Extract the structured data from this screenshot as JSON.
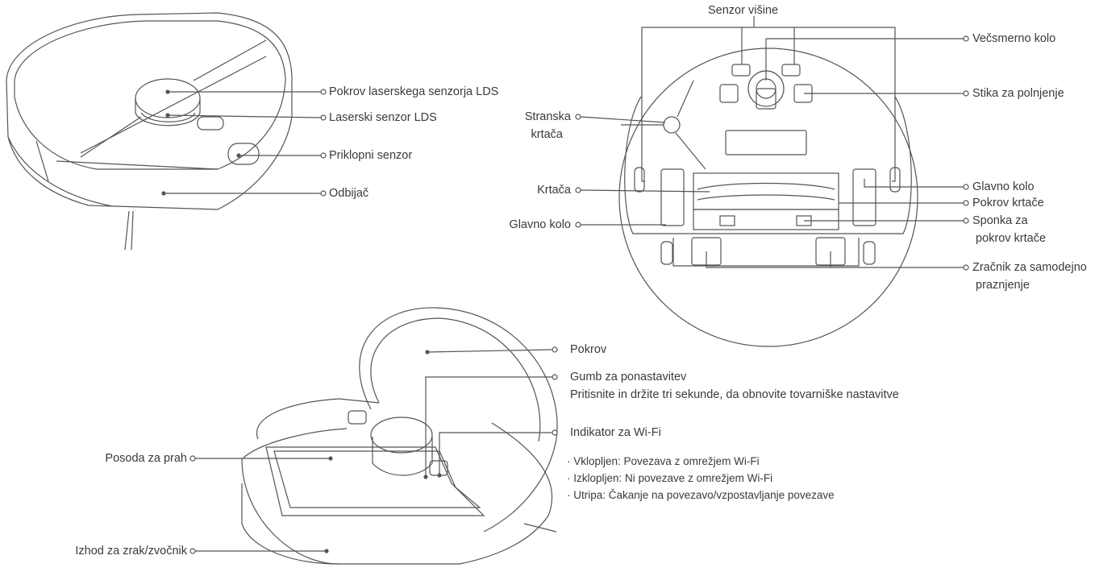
{
  "top_view": {
    "lds_cover": "Pokrov laserskega senzorja LDS",
    "lds_sensor": "Laserski senzor LDS",
    "dock_sensor": "Priklopni senzor",
    "bumper": "Odbijač"
  },
  "bottom_view": {
    "cliff_sensor": "Senzor višine",
    "omni_wheel": "Večsmerno kolo",
    "charging_contacts": "Stika za polnjenje",
    "side_brush_1": "Stranska",
    "side_brush_2": "krtača",
    "main_brush": "Krtača",
    "main_wheel_left": "Glavno kolo",
    "main_wheel_right": "Glavno kolo",
    "brush_cover": "Pokrov krtače",
    "brush_cover_clip_1": "Sponka za",
    "brush_cover_clip_2": "pokrov krtače",
    "auto_empty_vent_1": "Zračnik za samodejno",
    "auto_empty_vent_2": "praznjenje"
  },
  "open_view": {
    "cover": "Pokrov",
    "reset_button": "Gumb za ponastavitev",
    "reset_note": "Pritisnite in držite tri sekunde, da obnovite tovarniške nastavitve",
    "wifi_indicator": "Indikator za Wi-Fi",
    "wifi_states": [
      "· Vklopljen: Povezava z omrežjem Wi-Fi",
      "· Izklopljen: Ni povezave z omrežjem Wi-Fi",
      "· Utripa: Čakanje na povezavo/vzpostavljanje povezave"
    ],
    "dustbin": "Posoda za prah",
    "air_outlet": "Izhod za zrak/zvočnik"
  }
}
